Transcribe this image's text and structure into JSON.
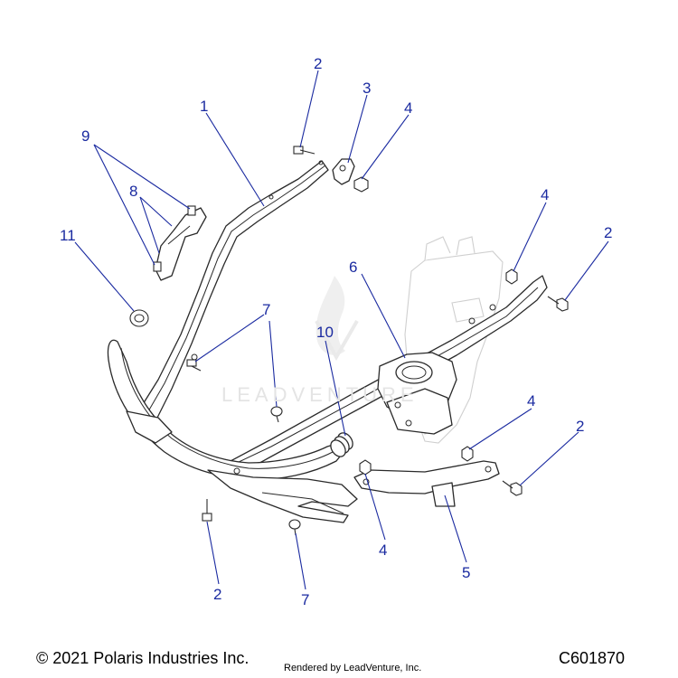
{
  "footer": {
    "copyright": "© 2021 Polaris Industries Inc.",
    "rendered_by": "Rendered by LeadVenture, Inc.",
    "diagram_code": "C601870"
  },
  "watermark": "LEADVENTURE",
  "callouts": {
    "c1": "1",
    "c2_top": "2",
    "c3": "3",
    "c4_top": "4",
    "c9": "9",
    "c8": "8",
    "c11": "11",
    "c4_right": "4",
    "c2_right": "2",
    "c6": "6",
    "c7_left": "7",
    "c10": "10",
    "c4_mid": "4",
    "c2_mid": "2",
    "c2_bottom": "2",
    "c7_bottom": "7",
    "c4_bottom": "4",
    "c5": "5"
  },
  "colors": {
    "callout": "#1a2aa0",
    "line": "#2a2a2a",
    "ghost": "#cfcfcf"
  }
}
